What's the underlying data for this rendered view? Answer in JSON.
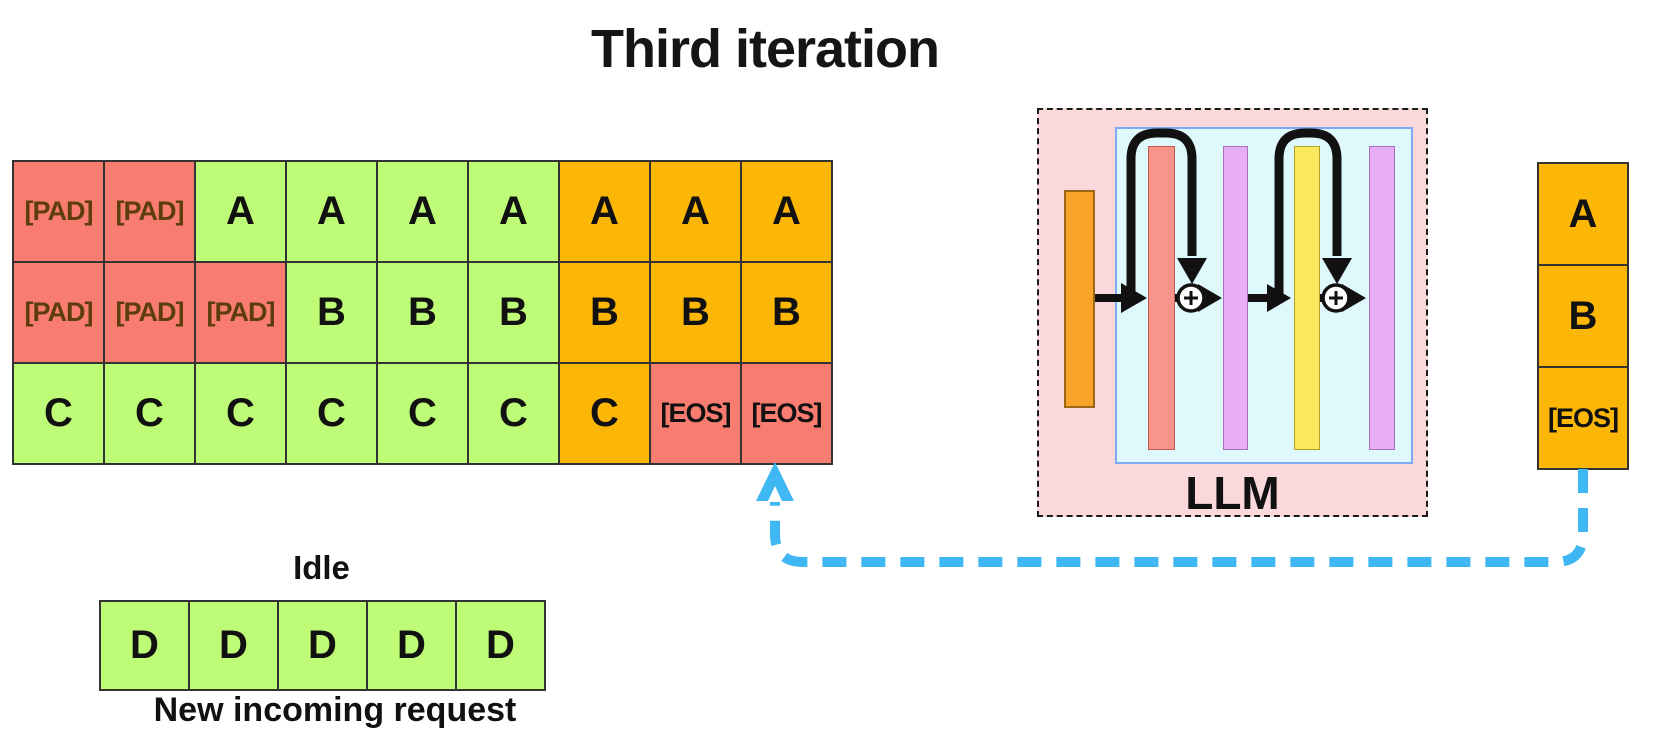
{
  "title": "Third iteration",
  "colors": {
    "green_cell": "#BEFB76",
    "orange_cell": "#FCB606",
    "red_cell": "#F97C71",
    "pad_text": "#5D3D0E",
    "llm_outer_pink": "#FBD8DB",
    "llm_inner_cyan": "#DFF8FC",
    "inner_border_blue": "#7FA9F2",
    "bar_orange": "#FAA32A",
    "bar_salmon": "#F9948B",
    "bar_purple": "#E7AEF6",
    "bar_yellow": "#FBE95D",
    "feedback_blue": "#3EB7F2",
    "arrow_black": "#111111"
  },
  "batch_grid": {
    "rows": [
      {
        "cells": [
          {
            "label": "[PAD]",
            "state": "pad"
          },
          {
            "label": "[PAD]",
            "state": "pad"
          },
          {
            "label": "A",
            "state": "processing"
          },
          {
            "label": "A",
            "state": "processing"
          },
          {
            "label": "A",
            "state": "processing"
          },
          {
            "label": "A",
            "state": "processing"
          },
          {
            "label": "A",
            "state": "generated"
          },
          {
            "label": "A",
            "state": "generated"
          },
          {
            "label": "A",
            "state": "generated"
          }
        ]
      },
      {
        "cells": [
          {
            "label": "[PAD]",
            "state": "pad"
          },
          {
            "label": "[PAD]",
            "state": "pad"
          },
          {
            "label": "[PAD]",
            "state": "pad"
          },
          {
            "label": "B",
            "state": "processing"
          },
          {
            "label": "B",
            "state": "processing"
          },
          {
            "label": "B",
            "state": "processing"
          },
          {
            "label": "B",
            "state": "generated"
          },
          {
            "label": "B",
            "state": "generated"
          },
          {
            "label": "B",
            "state": "generated"
          }
        ]
      },
      {
        "cells": [
          {
            "label": "C",
            "state": "processing"
          },
          {
            "label": "C",
            "state": "processing"
          },
          {
            "label": "C",
            "state": "processing"
          },
          {
            "label": "C",
            "state": "processing"
          },
          {
            "label": "C",
            "state": "processing"
          },
          {
            "label": "C",
            "state": "processing"
          },
          {
            "label": "C",
            "state": "generated"
          },
          {
            "label": "[EOS]",
            "state": "eos"
          },
          {
            "label": "[EOS]",
            "state": "eos"
          }
        ]
      }
    ]
  },
  "idle_row": {
    "title": "Idle",
    "cells": [
      "D",
      "D",
      "D",
      "D",
      "D"
    ],
    "caption": "New incoming request"
  },
  "llm": {
    "label": "LLM"
  },
  "output_tokens": {
    "cells": [
      {
        "label": "A"
      },
      {
        "label": "B"
      },
      {
        "label": "[EOS]"
      }
    ]
  },
  "icons": {
    "residual_add_icon": "+",
    "feedback_arrow_icon": "dashed-up-arrow"
  }
}
